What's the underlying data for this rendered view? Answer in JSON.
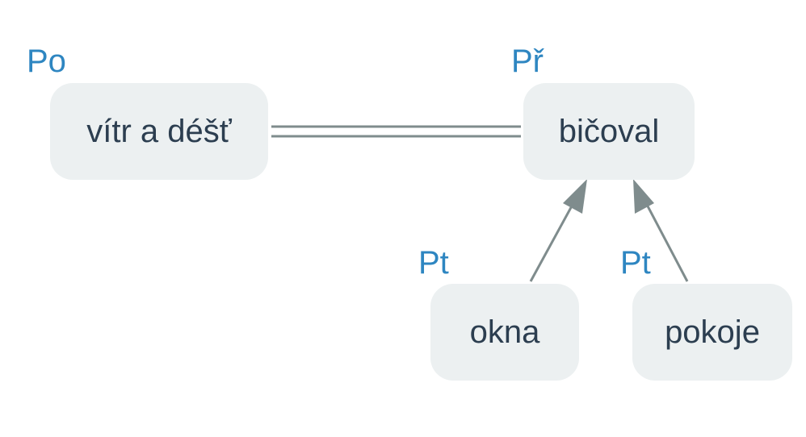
{
  "colors": {
    "node_fill": "#ecf0f1",
    "node_text": "#2c3e50",
    "role_text": "#2e86c1",
    "edge": "#7f8c8d"
  },
  "nodes": {
    "subject": {
      "text": "vítr a déšť",
      "role": "Po"
    },
    "predicate": {
      "text": "bičoval",
      "role": "Př"
    },
    "object1": {
      "text": "okna",
      "role": "Pt"
    },
    "object2": {
      "text": "pokoje",
      "role": "Pt"
    }
  },
  "edges": [
    {
      "from": "subject",
      "to": "predicate",
      "style": "double-line"
    },
    {
      "from": "object1",
      "to": "predicate",
      "style": "arrow"
    },
    {
      "from": "object2",
      "to": "predicate",
      "style": "arrow"
    }
  ]
}
